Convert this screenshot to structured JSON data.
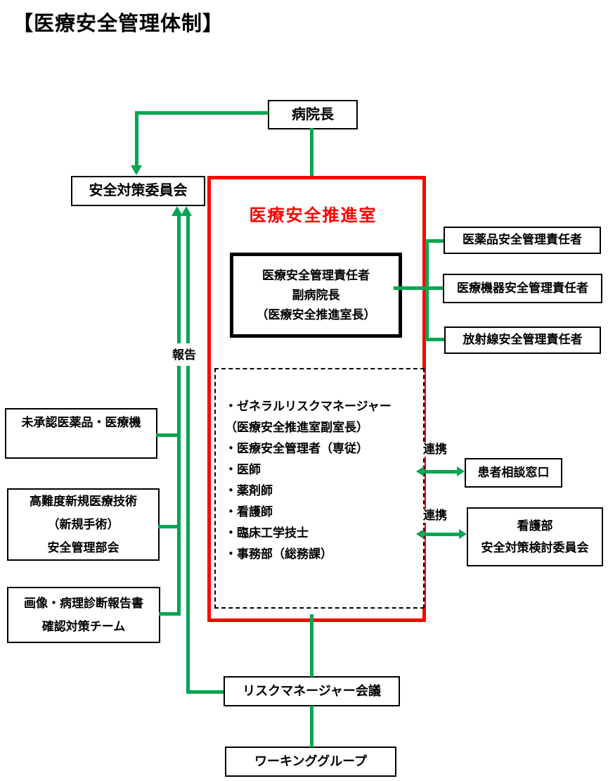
{
  "title": "【医療安全管理体制】",
  "nodes": {
    "hospital_director": {
      "label": "病院長"
    },
    "safety_committee": {
      "label": "安全対策委員会"
    },
    "promotion_office": {
      "title": "医療安全推進室"
    },
    "safety_manager": {
      "line1": "医療安全管理責任者",
      "line2": "副病院長",
      "line3": "（医療安全推進室長）"
    },
    "staff": {
      "items": [
        "・ゼネラルリスクマネージャー",
        "（医療安全推進室副室長）",
        "・医療安全管理者（専従）",
        "・医師",
        "・薬剤師",
        "・看護師",
        "・臨床工学技士",
        "・事務部（総務課）"
      ]
    },
    "pharma_manager": {
      "label": "医薬品安全管理責任者"
    },
    "device_manager": {
      "label": "医療機器安全管理責任者"
    },
    "radiation_manager": {
      "label": "放射線安全管理責任者"
    },
    "patient_consultation": {
      "label": "患者相談窓口"
    },
    "nursing_dept": {
      "line1": "看護部",
      "line2": "安全対策検討委員会"
    },
    "unapproved_drugs": {
      "label": "未承認医薬品・医療機"
    },
    "high_difficulty": {
      "line1": "高難度新規医療技術",
      "line2": "（新規手術）",
      "line3": "安全管理部会"
    },
    "diagnostic_report": {
      "line1": "画像・病理診断報告書",
      "line2": "確認対策チーム"
    },
    "risk_manager_meeting": {
      "label": "リスクマネージャー会議"
    },
    "working_group": {
      "label": "ワーキンググループ"
    }
  },
  "labels": {
    "report": "報告",
    "cooperation_upper": "連携",
    "cooperation_lower": "連携"
  },
  "colors": {
    "line_green": "#00A651",
    "accent_red": "#FF0000"
  }
}
